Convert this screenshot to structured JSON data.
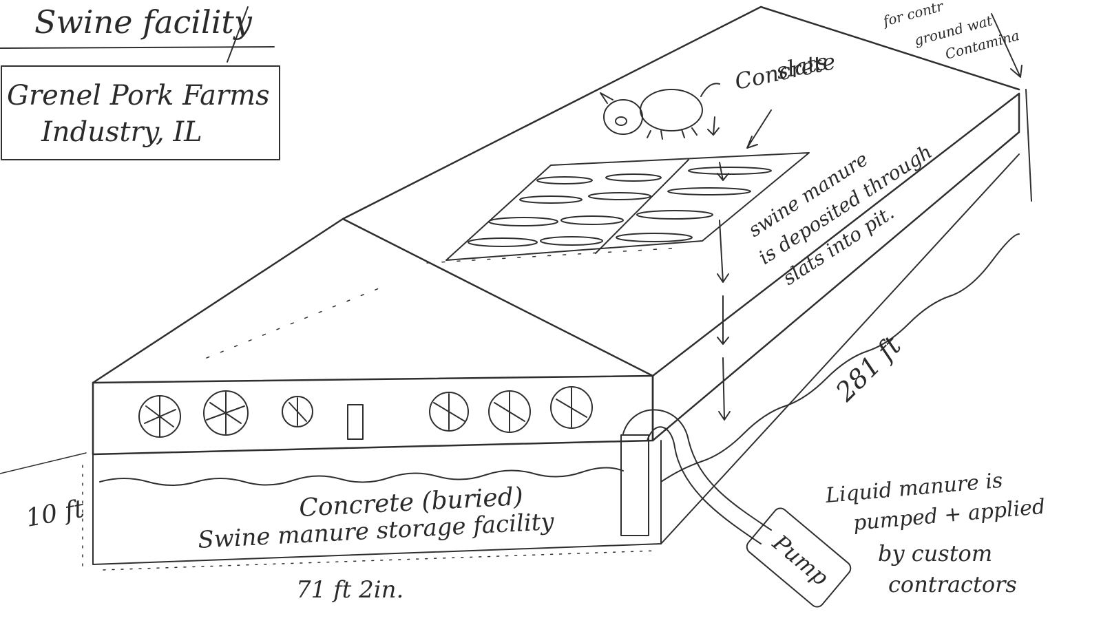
{
  "title": "Swine facility",
  "location": {
    "line1": "Grenel Pork Farms",
    "line2": "Industry, IL"
  },
  "labels": {
    "concrete_slats": [
      "Concrete",
      "slats"
    ],
    "deposited": [
      "swine manure",
      "is deposited through",
      "slats into pit."
    ],
    "groundwater": [
      "for contr",
      "ground wat",
      "Contamina"
    ],
    "length": "281 ft",
    "depth": "10 ft",
    "width": "71 ft 2in.",
    "pit": [
      "Concrete (buried)",
      "Swine manure storage facility"
    ],
    "pump": "Pump",
    "liquid": [
      "Liquid manure is",
      "pumped + applied",
      "by custom",
      "contractors"
    ]
  },
  "colors": {
    "ink": "#2e2e2e",
    "paper": "#ffffff"
  }
}
